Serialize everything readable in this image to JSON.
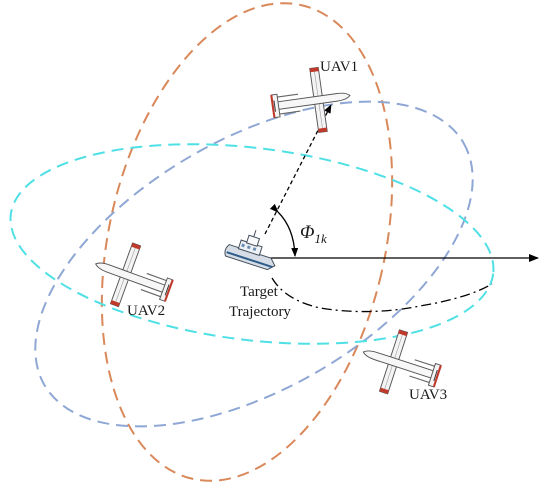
{
  "labels": {
    "uav1": "UAV1",
    "uav2": "UAV2",
    "uav3": "UAV3",
    "target_line1": "Target",
    "target_line2": "Trajectory",
    "angle_symbol": "Φ",
    "angle_subscript": "1k"
  },
  "orbits": [
    {
      "name": "orbit-orange",
      "color": "#d9885a"
    },
    {
      "name": "orbit-blue",
      "color": "#8fa7d4"
    },
    {
      "name": "orbit-cyan",
      "color": "#4fe0e6"
    }
  ],
  "colors": {
    "uav_accent": "#c0392b",
    "line": "#000000"
  },
  "icons": [
    "uav-icon",
    "ship-icon"
  ]
}
